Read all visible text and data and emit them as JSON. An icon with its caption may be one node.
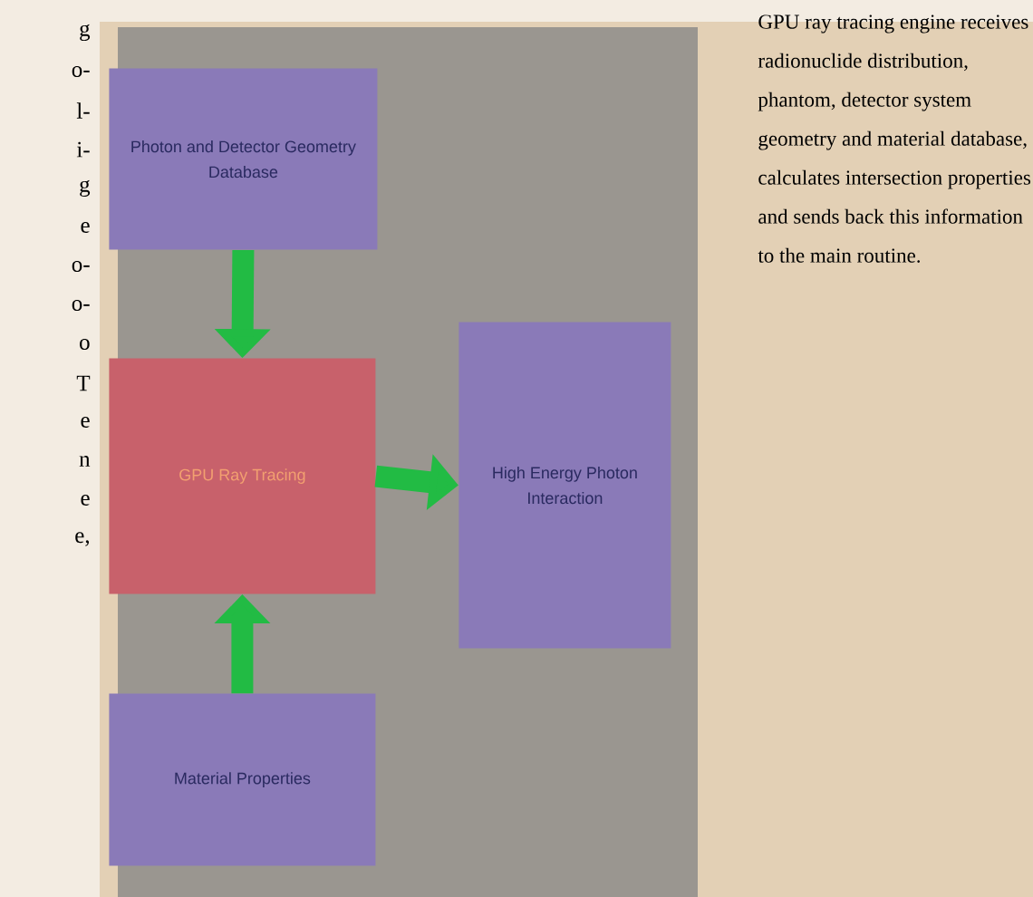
{
  "diagram": {
    "nodes": [
      {
        "text": [
          "Photon and Detector Geometry Database"
        ]
      },
      {
        "text": [
          "GPU Ray Tracing"
        ]
      },
      {
        "text": [
          "High Energy Photon Interaction"
        ]
      },
      {
        "text": [
          "Material Properties"
        ]
      }
    ],
    "edges": [
      {
        "from": 0,
        "to": 1,
        "arrow": "to"
      },
      {
        "from": 3,
        "to": 1,
        "arrow": "to"
      },
      {
        "from": 1,
        "to": 2,
        "arrow": "to"
      }
    ],
    "labels": [
      "g",
      "o-",
      "l-",
      "i-",
      "g",
      "e",
      "o-",
      "o-",
      "o",
      "T",
      "e",
      "n",
      "e",
      "e,",
      "GPU ray tracing engine receives radionuclide distribution, phantom, detector system geometry and material database, calculates intersection properties and sends back this information to the main routine."
    ]
  }
}
